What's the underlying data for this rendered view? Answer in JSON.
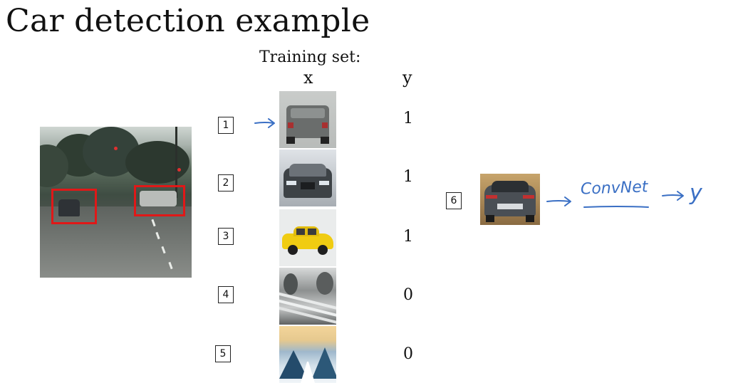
{
  "slide": {
    "title": "Car detection example",
    "training_set_label": "Training set:",
    "x_header": "x",
    "y_header": "y"
  },
  "training_examples": [
    {
      "index": "1",
      "label": "1"
    },
    {
      "index": "2",
      "label": "1"
    },
    {
      "index": "3",
      "label": "1"
    },
    {
      "index": "4",
      "label": "0"
    },
    {
      "index": "5",
      "label": "0"
    }
  ],
  "test_example": {
    "index": "6",
    "annotation_net": "ConvNet",
    "annotation_output": "y"
  },
  "colors": {
    "ink_blue": "#3a6fc4",
    "bbox_red": "#e01818"
  }
}
